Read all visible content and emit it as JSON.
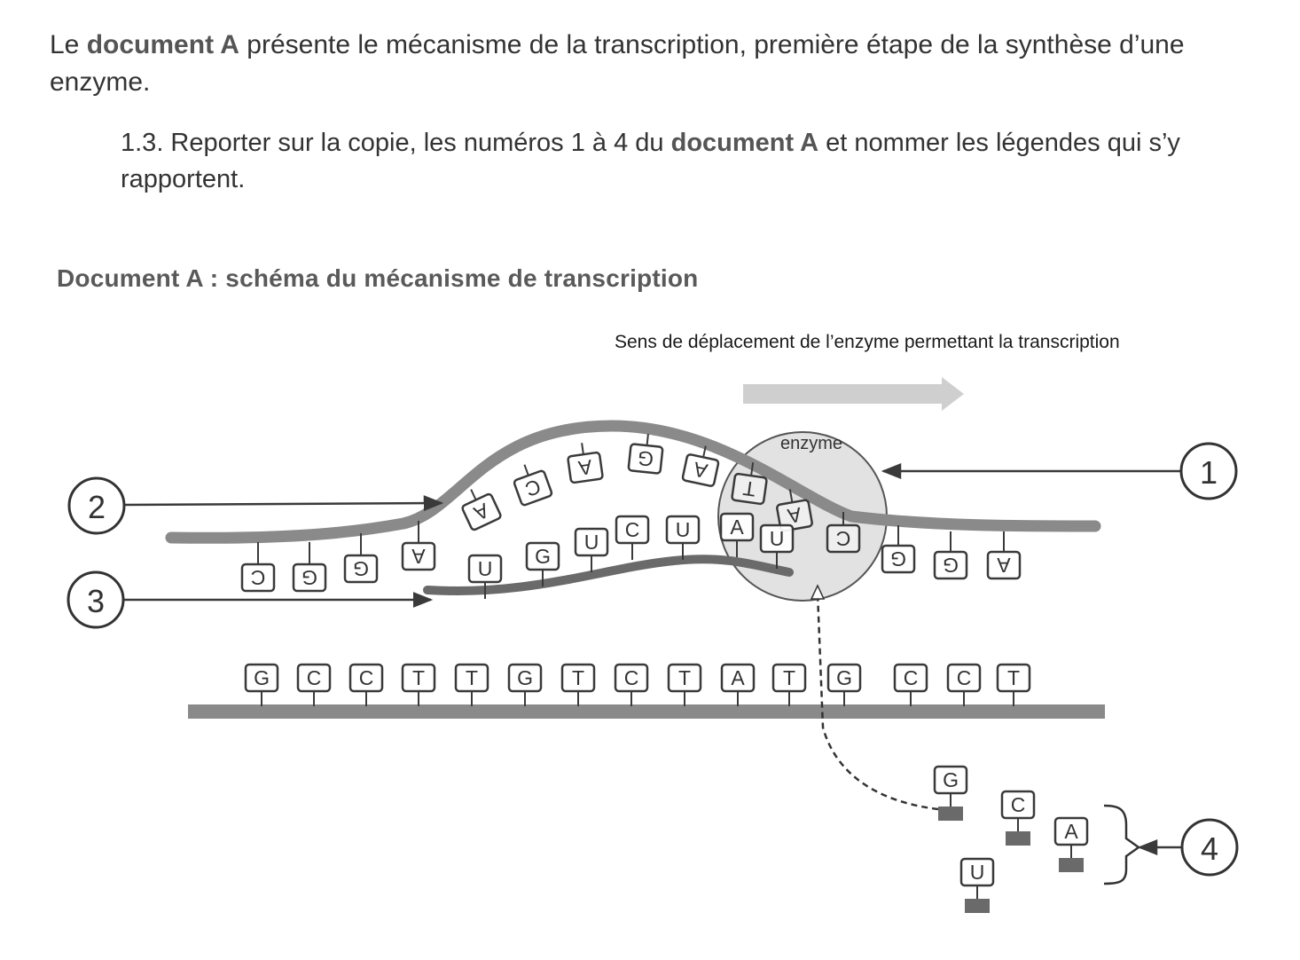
{
  "intro": {
    "prefix": "Le ",
    "bold": "document A",
    "suffix": " présente le mécanisme de la transcription, première étape de la synthèse d’une enzyme."
  },
  "question": {
    "prefix": "1.3. Reporter sur la copie, les numéros 1 à 4 du ",
    "bold": "document A",
    "suffix": " et nommer les légendes qui s’y rapportent."
  },
  "document_title": "Document A : schéma du mécanisme de transcription",
  "direction_label": "Sens de déplacement de l’enzyme permettant la transcription",
  "enzyme_label": "enzyme",
  "callouts": [
    "1",
    "2",
    "3",
    "4"
  ],
  "bottom_strand_bases": [
    "G",
    "C",
    "C",
    "T",
    "T",
    "G",
    "T",
    "C",
    "T",
    "A",
    "T",
    "G",
    "C",
    "C",
    "T"
  ],
  "rna_bases": [
    "U",
    "G",
    "U",
    "C",
    "U",
    "A",
    "U"
  ],
  "upper_strand_left_bases": [
    "C",
    "G",
    "G",
    "A"
  ],
  "upper_strand_arc_bases": [
    "A",
    "C",
    "A",
    "G",
    "A"
  ],
  "upper_strand_enzyme_bases": [
    "T",
    "A",
    "C"
  ],
  "upper_strand_right_bases": [
    "G",
    "G",
    "A"
  ],
  "free_nucleotides": [
    "G",
    "C",
    "A",
    "U"
  ],
  "colors": {
    "strand": "#8a8a8a",
    "rna": "#6a6a6a",
    "enzyme_fill": "#e2e2e2",
    "arrow": "#cfcfcf",
    "ink": "#3a3a3a"
  }
}
